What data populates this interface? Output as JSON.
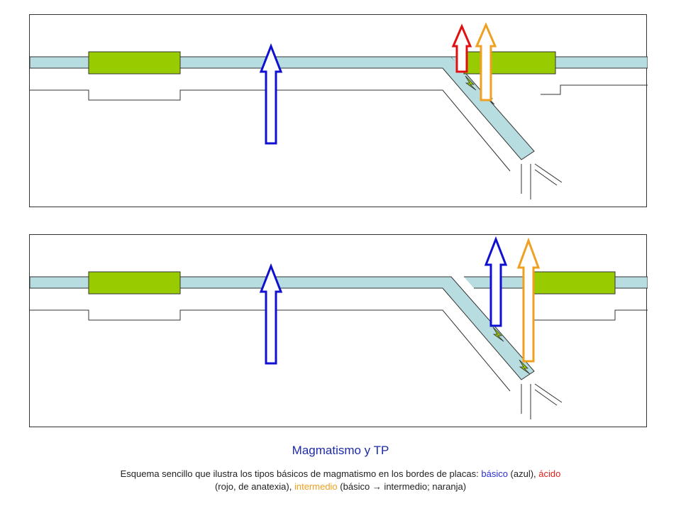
{
  "title": "Magmatismo y TP",
  "caption": {
    "part1": "Esquema sencillo que ilustra los tipos básicos de magmatismo en los bordes de placas: ",
    "basic": "básico",
    "part2": " (azul), ",
    "acid": "ácido",
    "part3": "(rojo, de anatexia), ",
    "intermediate": "intermedio",
    "part4": " (básico ",
    "arrow": "→",
    "part5": " intermedio; naranja)"
  },
  "colors": {
    "plate": "#b8dde0",
    "continent": "#99cc00",
    "basic": "#1010d0",
    "acid": "#e01010",
    "intermediate": "#f0a020",
    "lightning": "#99cc00"
  },
  "icons": [
    "lightning-icon",
    "arrow-up-icon"
  ]
}
